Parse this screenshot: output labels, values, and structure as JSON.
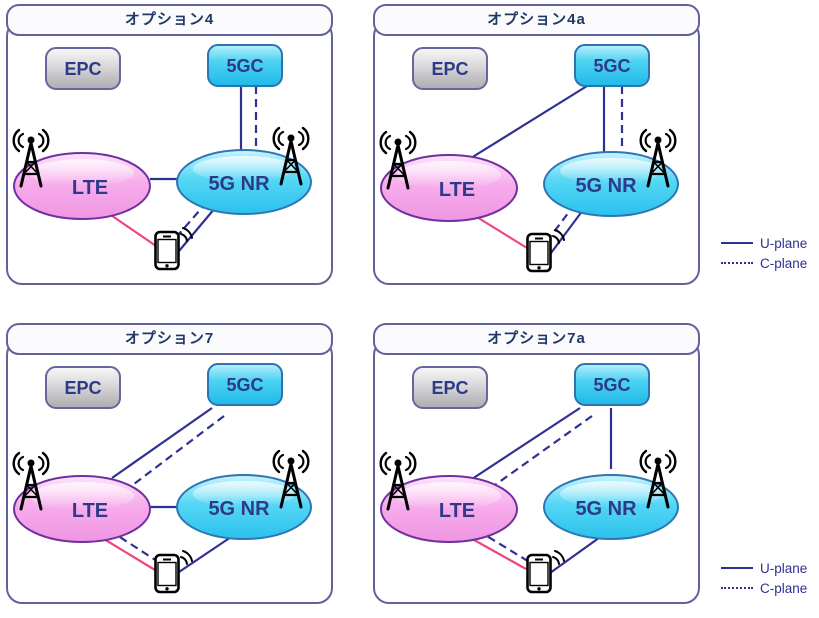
{
  "legend": {
    "u_plane_label": "U-plane",
    "c_plane_label": "C-plane"
  },
  "colors": {
    "u_plane": "#2E3192",
    "c_plane": "#2E3192",
    "lte_radio": "#F0437F",
    "panel_border": "#62629A",
    "title_text": "#1F3864",
    "epc_fill_top": "#F5F5F5",
    "epc_fill_bottom": "#AFAFB2",
    "cyan_fill_top": "#B9F0FB",
    "cyan_fill_bottom": "#1FB9E8",
    "pink_fill_top": "#FCE3FA",
    "pink_fill_bottom": "#EF96E2",
    "lte_stroke": "#7030A0",
    "nr_stroke": "#2E75B6"
  },
  "panels": [
    {
      "title": "オプション4",
      "nodes": {
        "epc": "EPC",
        "fivegc": "5GC",
        "lte": "LTE",
        "nr": "5G NR"
      },
      "connections": [
        {
          "from": "5gc",
          "to": "nr",
          "plane": "u",
          "points": [
            [
              235,
              82
            ],
            [
              235,
              149
            ]
          ]
        },
        {
          "from": "5gc",
          "to": "nr",
          "plane": "c",
          "points": [
            [
              250,
              82
            ],
            [
              250,
              145
            ]
          ]
        },
        {
          "from": "lte",
          "to": "nr",
          "plane": "u",
          "points": [
            [
              144,
              175
            ],
            [
              172,
              175
            ]
          ]
        },
        {
          "from": "lte",
          "to": "ue",
          "plane": "radio",
          "points": [
            [
              99,
              207
            ],
            [
              150,
              242
            ]
          ]
        },
        {
          "from": "nr",
          "to": "ue",
          "plane": "u",
          "points": [
            [
              209,
              204
            ],
            [
              173,
              247
            ]
          ]
        },
        {
          "from": "nr",
          "to": "ue",
          "plane": "c",
          "points": [
            [
              201,
              198
            ],
            [
              166,
              238
            ]
          ]
        }
      ]
    },
    {
      "title": "オプション4a",
      "nodes": {
        "epc": "EPC",
        "fivegc": "5GC",
        "lte": "LTE",
        "nr": "5G NR"
      },
      "connections": [
        {
          "from": "5gc",
          "to": "lte",
          "plane": "u",
          "points": [
            [
              214,
              82
            ],
            [
              98,
              154
            ]
          ]
        },
        {
          "from": "5gc",
          "to": "nr",
          "plane": "u",
          "points": [
            [
              231,
              82
            ],
            [
              231,
              149
            ]
          ]
        },
        {
          "from": "5gc",
          "to": "nr",
          "plane": "c",
          "points": [
            [
              249,
              82
            ],
            [
              249,
              145
            ]
          ]
        },
        {
          "from": "lte",
          "to": "ue",
          "plane": "radio",
          "points": [
            [
              99,
              210
            ],
            [
              154,
              244
            ]
          ]
        },
        {
          "from": "nr",
          "to": "ue",
          "plane": "u",
          "points": [
            [
              210,
              206
            ],
            [
              178,
              249
            ]
          ]
        },
        {
          "from": "nr",
          "to": "ue",
          "plane": "c",
          "points": [
            [
              202,
              200
            ],
            [
              171,
              241
            ]
          ]
        }
      ]
    },
    {
      "title": "オプション7",
      "nodes": {
        "epc": "EPC",
        "fivegc": "5GC",
        "lte": "LTE",
        "nr": "5G NR"
      },
      "connections": [
        {
          "from": "5gc",
          "to": "lte",
          "plane": "u",
          "points": [
            [
              206,
              85
            ],
            [
              106,
              155
            ]
          ]
        },
        {
          "from": "5gc",
          "to": "lte",
          "plane": "c",
          "points": [
            [
              218,
              93
            ],
            [
              128,
              161
            ]
          ]
        },
        {
          "from": "lte",
          "to": "nr",
          "plane": "u",
          "points": [
            [
              140,
              184
            ],
            [
              172,
              184
            ]
          ]
        },
        {
          "from": "lte",
          "to": "ue",
          "plane": "radio",
          "points": [
            [
              93,
              213
            ],
            [
              149,
              247
            ]
          ]
        },
        {
          "from": "lte",
          "to": "ue",
          "plane": "c",
          "points": [
            [
              103,
              207
            ],
            [
              154,
              240
            ]
          ]
        },
        {
          "from": "nr",
          "to": "ue",
          "plane": "u",
          "points": [
            [
              228,
              212
            ],
            [
              173,
              249
            ]
          ]
        }
      ]
    },
    {
      "title": "オプション7a",
      "nodes": {
        "epc": "EPC",
        "fivegc": "5GC",
        "lte": "LTE",
        "nr": "5G NR"
      },
      "connections": [
        {
          "from": "5gc",
          "to": "lte",
          "plane": "u",
          "points": [
            [
              207,
              85
            ],
            [
              99,
              156
            ]
          ]
        },
        {
          "from": "5gc",
          "to": "lte",
          "plane": "c",
          "points": [
            [
              219,
              93
            ],
            [
              122,
              162
            ]
          ]
        },
        {
          "from": "5gc",
          "to": "nr",
          "plane": "u",
          "points": [
            [
              238,
              85
            ],
            [
              238,
              146
            ]
          ]
        },
        {
          "from": "lte",
          "to": "ue",
          "plane": "radio",
          "points": [
            [
              94,
              213
            ],
            [
              153,
              246
            ]
          ]
        },
        {
          "from": "lte",
          "to": "ue",
          "plane": "c",
          "points": [
            [
              104,
              207
            ],
            [
              158,
              240
            ]
          ]
        },
        {
          "from": "nr",
          "to": "ue",
          "plane": "u",
          "points": [
            [
              230,
              212
            ],
            [
              177,
              250
            ]
          ]
        }
      ]
    }
  ]
}
